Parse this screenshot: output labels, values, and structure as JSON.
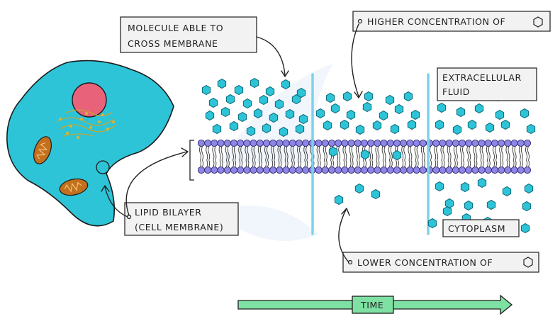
{
  "labels": {
    "molecule_line1": "MOLECULE ABLE TO",
    "molecule_line2": "CROSS MEMBRANE",
    "higher": "HIGHER CONCENTRATION OF",
    "lower": "LOWER CONCENTRATION OF",
    "extracellular_line1": "EXTRACELLULAR",
    "extracellular_line2": "FLUID",
    "cytoplasm": "CYTOPLASM",
    "lipid_line1": "LIPID BILAYER",
    "lipid_line2": "(CELL MEMBRANE)",
    "time": "TIME"
  },
  "colors": {
    "molecule": "#2ec4d8",
    "phospholipid_head": "#8e86e6",
    "divider": "#7ad3ea",
    "time_arrow": "#7fe0a3",
    "cell": "#2ec4d8",
    "nucleus": "#e8637a",
    "mitochondrion": "#c2701e"
  },
  "icons": {
    "molecule": "hexagon-icon"
  }
}
